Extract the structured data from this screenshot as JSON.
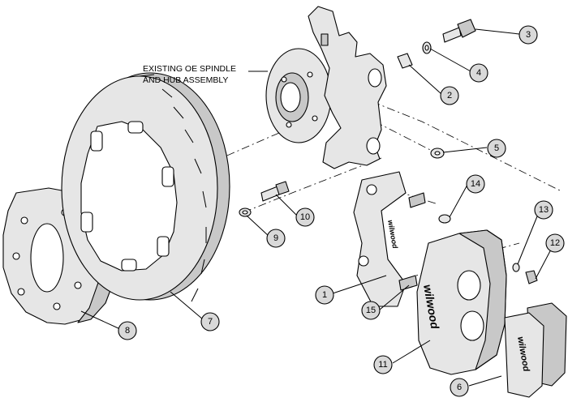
{
  "spindle_label": {
    "line1": "EXISTING OE SPINDLE",
    "line2": "AND HUB ASSEMBLY"
  },
  "brand_logo": "wilwood",
  "callouts": [
    "1",
    "2",
    "3",
    "4",
    "5",
    "6",
    "7",
    "8",
    "9",
    "10",
    "11",
    "12",
    "13",
    "14",
    "15"
  ]
}
